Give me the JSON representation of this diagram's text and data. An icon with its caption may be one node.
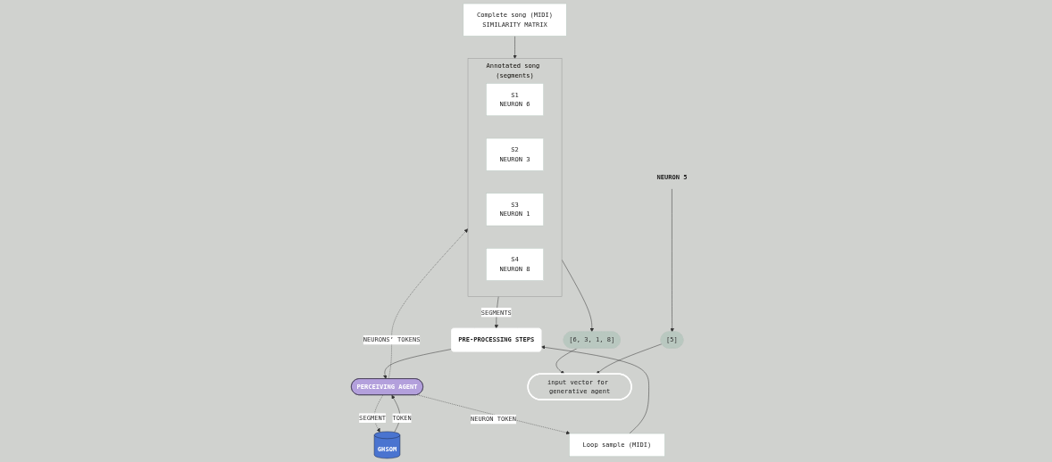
{
  "diagram": {
    "nodes": [
      {
        "text": [
          "Complete song (MIDI)",
          "SIMILARITY MATRIX"
        ]
      },
      {
        "text": [
          "Annotated song (segments)"
        ]
      },
      {
        "text": [
          "S1",
          "NEURON 6"
        ],
        "in": 1
      },
      {
        "text": [
          "S2",
          "NEURON 3"
        ],
        "in": 1
      },
      {
        "text": [
          "S3",
          "NEURON 1"
        ],
        "in": 1
      },
      {
        "text": [
          "S4",
          "NEURON 8"
        ],
        "in": 1
      },
      {
        "text": [
          "GHSOM"
        ]
      },
      {
        "text": [
          "PERCEIVING AGENT"
        ]
      },
      {
        "text": [
          "PRE-PROCESSING STEPS"
        ]
      },
      {
        "text": [
          "Loop sample (MIDI)"
        ]
      },
      {
        "text": [
          "NEURON 5"
        ]
      },
      {
        "text": [
          "[5]"
        ]
      },
      {
        "text": [
          "[6, 3, 1, 8]"
        ]
      },
      {
        "text": [
          "input vector for generative agent"
        ]
      }
    ],
    "edges": [
      {
        "from": 0,
        "to": 1,
        "arrow": "to"
      },
      {
        "from": 6,
        "to": 7,
        "label": "TOKEN",
        "arrow": "to"
      },
      {
        "from": 7,
        "to": 6,
        "label": "SEGMENT",
        "arrow": "to",
        "style": "dashed"
      },
      {
        "from": 7,
        "to": 1,
        "label": "NEURONS’ TOKENS",
        "arrow": "to",
        "style": "dashed"
      },
      {
        "from": 7,
        "to": 9,
        "label": "NEURON TOKEN",
        "arrow": "to",
        "style": "dashed"
      },
      {
        "from": 1,
        "to": 8,
        "label": "SEGMENTS",
        "arrow": "to"
      },
      {
        "from": 9,
        "to": 8,
        "arrow": "to"
      },
      {
        "from": 8,
        "to": 7,
        "arrow": "to"
      },
      {
        "from": 10,
        "to": 11,
        "arrow": "to"
      },
      {
        "from": 1,
        "to": 12,
        "arrow": "to"
      },
      {
        "from": 12,
        "to": 13,
        "arrow": "to"
      },
      {
        "from": 11,
        "to": 13,
        "arrow": "to"
      }
    ]
  }
}
